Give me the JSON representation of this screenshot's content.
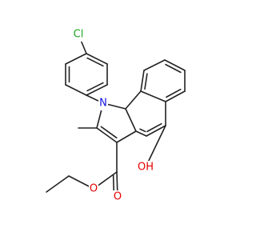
{
  "molecule": {
    "labels": {
      "chlorine": "Cl",
      "nitrogen": "N",
      "hydroxyl": "OH",
      "ether_oxygen": "O",
      "carbonyl_oxygen": "O"
    },
    "colors": {
      "bond": "#222222",
      "chlorine": "#1fa51f",
      "nitrogen": "#1414e6",
      "oxygen": "#e60000",
      "background": "#ffffff"
    }
  }
}
